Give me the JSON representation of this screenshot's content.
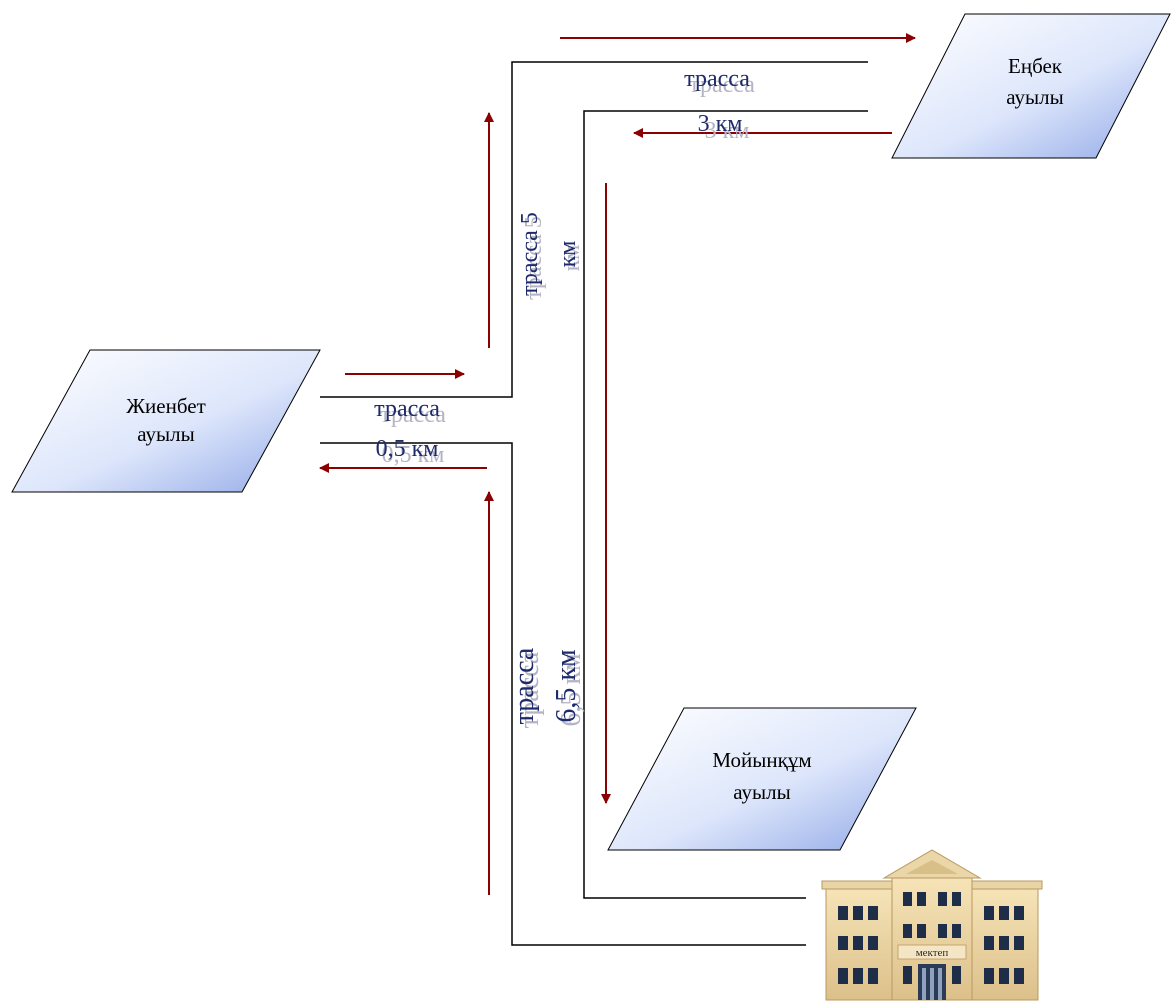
{
  "villages": {
    "zhienbet": {
      "line1": "Жиенбет",
      "line2": "ауылы"
    },
    "enbek": {
      "line1": "Еңбек",
      "line2": "ауылы"
    },
    "moiynkum": {
      "line1": "Мойынқұм",
      "line2": "ауылы"
    }
  },
  "roads": {
    "road_05": {
      "line1": "трасса",
      "line2": "0,5 км"
    },
    "road_3": {
      "line1": "трасса",
      "line2": "3 км"
    },
    "road_5": {
      "line1": "трасса 5",
      "line2": "км"
    },
    "road_65": {
      "line1": "трасса",
      "line2": "6,5 км"
    }
  },
  "school": {
    "sign": "мектеп"
  },
  "colors": {
    "arrow": "#8b0000",
    "road_line": "#000000",
    "road_text": "#1f2a6b",
    "village_fill_light": "#ffffff",
    "village_fill_dark": "#90a8e8",
    "building_wall": "#f2dcaa",
    "building_windows": "#1e2e48"
  }
}
